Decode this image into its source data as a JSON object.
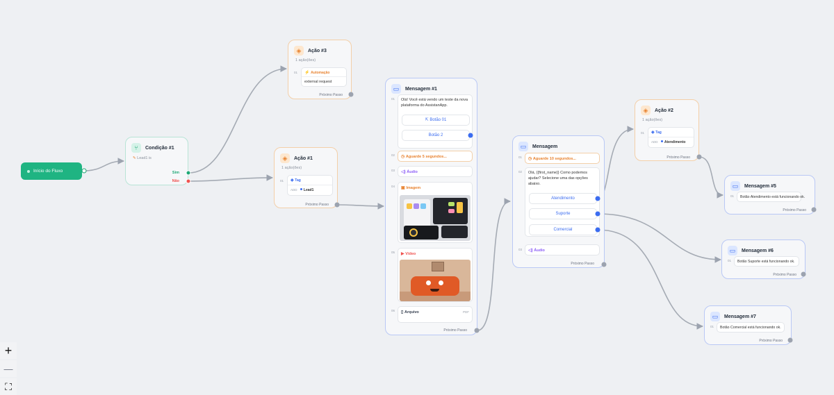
{
  "start": {
    "label": "Início do Fluxo"
  },
  "condicao1": {
    "title": "Condição #1",
    "rule": "Lead1 is",
    "yes": "Sim",
    "no": "Não"
  },
  "acao3": {
    "title": "Ação #3",
    "count": "1 ação(ões)",
    "index": "01",
    "kind": "Automação",
    "detail": "external request",
    "next": "Próximo Passo"
  },
  "acao1": {
    "title": "Ação #1",
    "count": "1 ação(ões)",
    "index": "01",
    "kind": "Tag",
    "add": "ADD",
    "value": "Lead1",
    "next": "Próximo Passo"
  },
  "msg1": {
    "title": "Mensagem #1",
    "text": "Olá! Você está vendo um teste da nova plataforma do AssistanApp.",
    "buttons": [
      "Botão 01",
      "Botão 2"
    ],
    "wait": "Aguarde 5 segundos...",
    "audio": "Áudio",
    "image": "Imagem",
    "video": "Vídeo",
    "file": "Arquivo",
    "file_type": "PDF",
    "indices": [
      "01",
      "02",
      "03",
      "04",
      "05",
      "06"
    ],
    "next": "Próximo Passo"
  },
  "msg": {
    "title": "Mensagem",
    "wait": "Aguarde 10 segundos...",
    "text": "Olá, {{first_name}} Como podemos ajudar? Selecione uma das opções abaixo.",
    "buttons": [
      "Atendimento",
      "Suporte",
      "Comercial"
    ],
    "audio": "Áudio",
    "indices": [
      "01",
      "02",
      "03"
    ],
    "next": "Próximo Passo"
  },
  "acao2": {
    "title": "Ação #2",
    "count": "1 ação(ões)",
    "index": "01",
    "kind": "Tag",
    "add": "ADD",
    "value": "Atendimento",
    "next": "Próximo Passo"
  },
  "msg5": {
    "title": "Mensagem #5",
    "index": "01",
    "text": "Botão Atendimento está funcionando ok.",
    "next": "Próximo Passo"
  },
  "msg6": {
    "title": "Mensagem #6",
    "index": "01",
    "text": "Botão Suporte está funcionando ok.",
    "next": "Próximo Passo"
  },
  "msg7": {
    "title": "Mensagem #7",
    "index": "01",
    "text": "Botão Comercial está funcionando ok.",
    "next": "Próximo Passo"
  },
  "controls": {
    "zoom_in": "+",
    "zoom_out": "—",
    "fit": "⛶"
  },
  "colors": {
    "blue": "#3b6cf0",
    "orange": "#e8822f",
    "green": "#1fa876",
    "red": "#ef5350",
    "purple": "#8b5cf6",
    "edge": "#9ca3af"
  }
}
